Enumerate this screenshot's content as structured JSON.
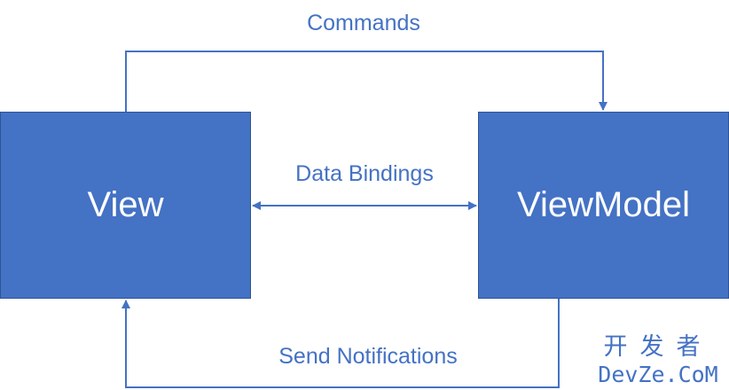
{
  "diagram": {
    "nodes": {
      "view": "View",
      "viewmodel": "ViewModel"
    },
    "edges": {
      "commands": "Commands",
      "data_bindings": "Data Bindings",
      "send_notifications": "Send Notifications"
    },
    "colors": {
      "accent": "#4472c4",
      "box_fill": "#4472c4",
      "box_text": "#ffffff"
    }
  },
  "watermark": {
    "chinese": "开发者",
    "latin": "DevZe.CoM"
  }
}
